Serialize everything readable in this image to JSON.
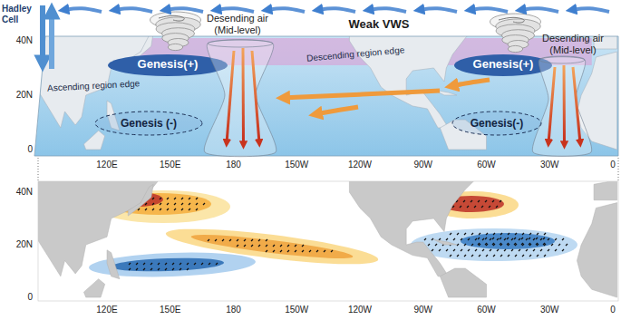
{
  "diagram": {
    "nodes": [
      {
        "text": [
          "Genesis (-)"
        ]
      },
      {
        "text": [
          "Genesis(-)"
        ]
      }
    ],
    "labels": [
      "Hadley Cell",
      "Desending air (Mid-level)",
      "Weak VWS",
      "Desending air (Mid-level)",
      "Genesis(+)",
      "Genesis(+)",
      "Ascending region edge",
      "Descending region edge",
      "40N",
      "20N",
      "0",
      "120E",
      "150E",
      "180",
      "150W",
      "120W",
      "90W",
      "60W",
      "30W",
      "0",
      "40N",
      "20N",
      "0",
      "120E",
      "150E",
      "180",
      "150W",
      "120W",
      "90W",
      "60W",
      "30W",
      "0"
    ]
  }
}
